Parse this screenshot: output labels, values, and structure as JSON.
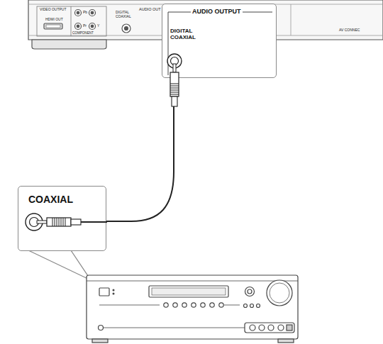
{
  "diagram": {
    "nodes": [
      {
        "text": [
          "AUDIO OUTPUT",
          "DIGITAL COAXIAL"
        ]
      },
      {
        "text": [
          "COAXIAL"
        ]
      }
    ],
    "edges": [
      {
        "from": 0,
        "to": 1,
        "arrow": "none"
      }
    ],
    "labels": [
      "VIDEO OUTPUT",
      "HDMI OUT",
      "Pb",
      "Pr",
      "Y",
      "COMPONENT",
      "DIGITAL COAXIAL",
      "AUDIO OUT",
      "AV CONNEC"
    ]
  }
}
